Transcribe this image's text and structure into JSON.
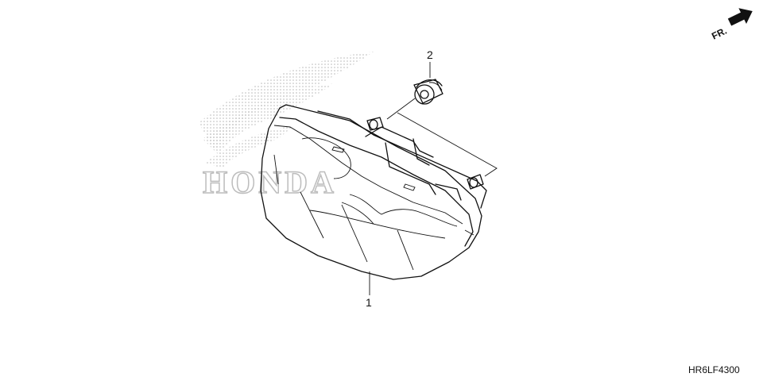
{
  "diagram": {
    "callouts": [
      {
        "label": "1"
      },
      {
        "label": "2"
      }
    ],
    "direction_label": "FR.",
    "drawing_code": "HR6LF4300",
    "watermark_text": "HONDA"
  },
  "colors": {
    "line": "#111111",
    "watermark": "#bdbdbd",
    "background": "#ffffff"
  }
}
